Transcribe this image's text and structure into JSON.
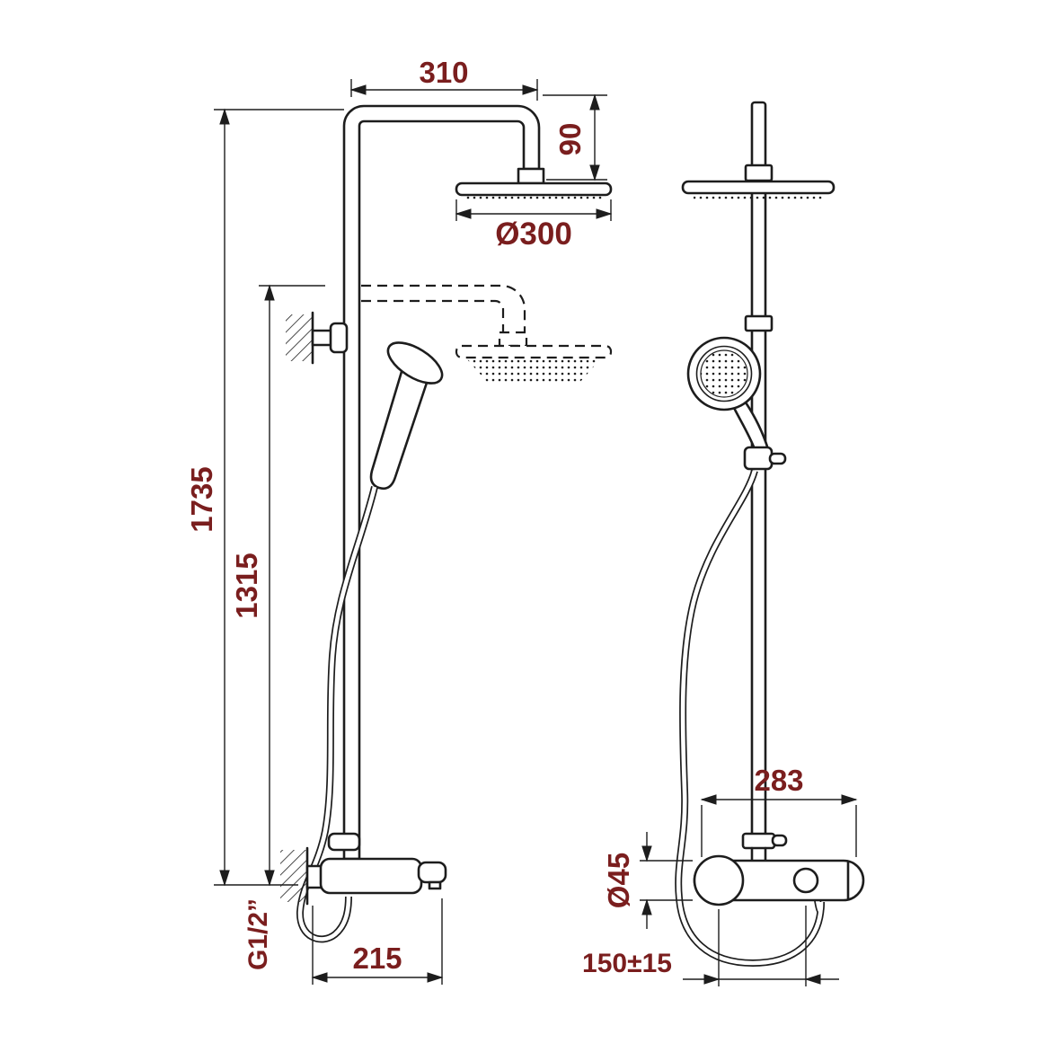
{
  "drawing": {
    "background": "#ffffff",
    "line_color": "#1d1d1d",
    "dim_text_color": "#7a1e1e",
    "dims": {
      "arm_width": "310",
      "head_drop": "90",
      "head_diameter": "Ø300",
      "total_height": "1735",
      "bracket_height": "1315",
      "wall_thread": "G1/2”",
      "spout_reach": "215",
      "body_width": "283",
      "body_diameter": "Ø45",
      "inlet_spacing": "150±15"
    }
  }
}
